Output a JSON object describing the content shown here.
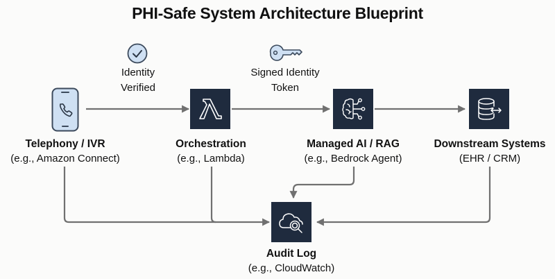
{
  "title": "PHI-Safe System Architecture Blueprint",
  "colors": {
    "node_fill": "#1f2b3e",
    "phone_fill": "#cfe0f3",
    "badge_fill": "#cfe0f3",
    "connector": "#707070"
  },
  "nodes": [
    {
      "id": "telephony",
      "name": "Telephony / IVR",
      "subtitle": "(e.g., Amazon Connect)",
      "icon": "phone-icon"
    },
    {
      "id": "orchestration",
      "name": "Orchestration",
      "subtitle": "(e.g., Lambda)",
      "icon": "lambda-icon"
    },
    {
      "id": "managed-ai",
      "name": "Managed AI / RAG",
      "subtitle": "(e.g., Bedrock Agent)",
      "icon": "brain-circuit-icon"
    },
    {
      "id": "downstream",
      "name": "Downstream Systems",
      "subtitle": "(EHR / CRM)",
      "icon": "database-exchange-icon"
    },
    {
      "id": "audit-log",
      "name": "Audit Log",
      "subtitle": "(e.g., CloudWatch)",
      "icon": "cloud-search-icon"
    }
  ],
  "edges": [
    {
      "from": "telephony",
      "to": "orchestration",
      "label_line1": "Identity",
      "label_line2": "Verified",
      "icon": "check-circle-icon"
    },
    {
      "from": "orchestration",
      "to": "managed-ai",
      "label_line1": "Signed Identity",
      "label_line2": "Token",
      "icon": "key-icon"
    },
    {
      "from": "managed-ai",
      "to": "downstream"
    },
    {
      "from": "telephony",
      "to": "audit-log"
    },
    {
      "from": "orchestration",
      "to": "audit-log"
    },
    {
      "from": "managed-ai",
      "to": "audit-log"
    },
    {
      "from": "downstream",
      "to": "audit-log"
    }
  ]
}
